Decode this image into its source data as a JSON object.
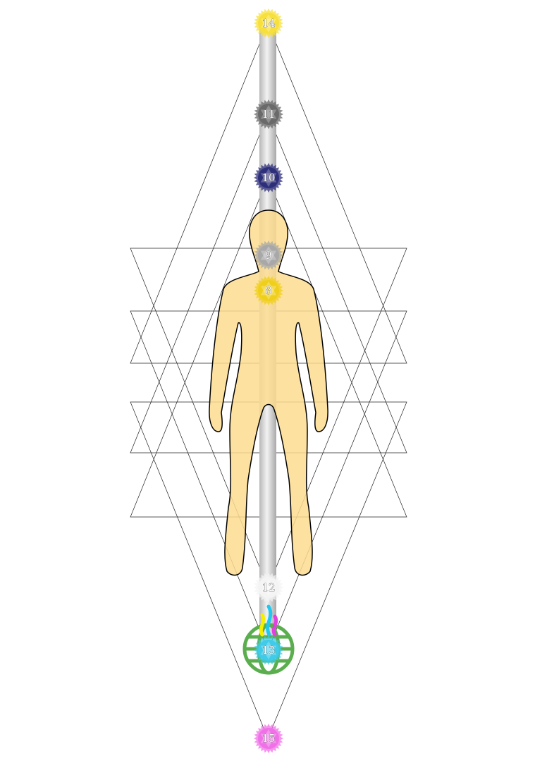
{
  "nodes": [
    {
      "label": "14",
      "color": "#f7e03a"
    },
    {
      "label": "11",
      "color": "#6a6a6a"
    },
    {
      "label": "10",
      "color": "#2e2f7a"
    },
    {
      "label": "9",
      "color": "#a8a8a8"
    },
    {
      "label": "8",
      "color": "#f0cf1a"
    },
    {
      "label": "12",
      "color": "#f4f4f4"
    },
    {
      "label": "13",
      "color": "#3fcbea"
    },
    {
      "label": "15",
      "color": "#f070e8"
    }
  ],
  "colors": {
    "body": "#fddc91",
    "wheel": "#5aae4e",
    "flames": [
      "#f5f000",
      "#1ec8f0",
      "#e040e0"
    ]
  }
}
